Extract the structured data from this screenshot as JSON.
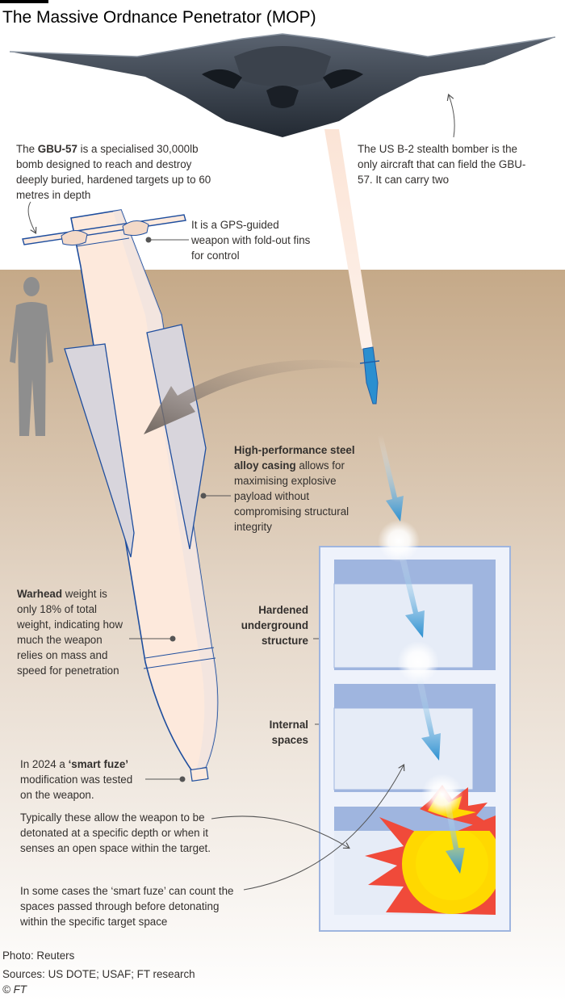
{
  "title": "The Massive Ordnance Penetrator (MOP)",
  "annotations": {
    "gbu57": {
      "bold": "GBU-57",
      "pre": "The ",
      "rest": " is a specialised 30,000lb bomb designed to reach and destroy deeply buried, hardened targets up to 60 metres in depth"
    },
    "b2": "The US B-2 stealth bomber is the only aircraft that can field the GBU-57. It can carry two",
    "gps": "It is a GPS-guided weapon with fold-out fins for control",
    "casing": {
      "bold": "High-performance steel alloy casing",
      "rest": " allows for maximising explosive payload without compromising structural integrity"
    },
    "warhead": {
      "bold": "Warhead",
      "rest": " weight is only 18% of total weight, indicating how much the weapon relies on mass and speed for penetration"
    },
    "structure": "Hardened underground structure",
    "spaces": "Internal spaces",
    "fuze": {
      "pre": "In 2024 a ",
      "bold": "‘smart fuze’",
      "rest": " modification was tested on the weapon."
    },
    "typically": "Typically these allow the weapon to be detonated at a specific depth or when it senses an open space within the target.",
    "count": "In some cases the ‘smart fuze’ can count the spaces passed through before detonating within the specific target space"
  },
  "footer": {
    "photo": "Photo: Reuters",
    "sources": "Sources: US DOTE; USAF; FT research",
    "copyright": "© FT"
  },
  "colors": {
    "ground": "#c9b092",
    "bomb_fill": "#fde9dc",
    "bomb_outline": "#1f4e9e",
    "fin_fill": "#d8d5dc",
    "structure_fill": "#e6ecf7",
    "structure_wall": "#9fb5df",
    "arrow_blue": "#2a8fd0",
    "explosion_red": "#f04a3a",
    "explosion_yellow": "#ffd800",
    "silhouette": "#8e8e8e"
  }
}
